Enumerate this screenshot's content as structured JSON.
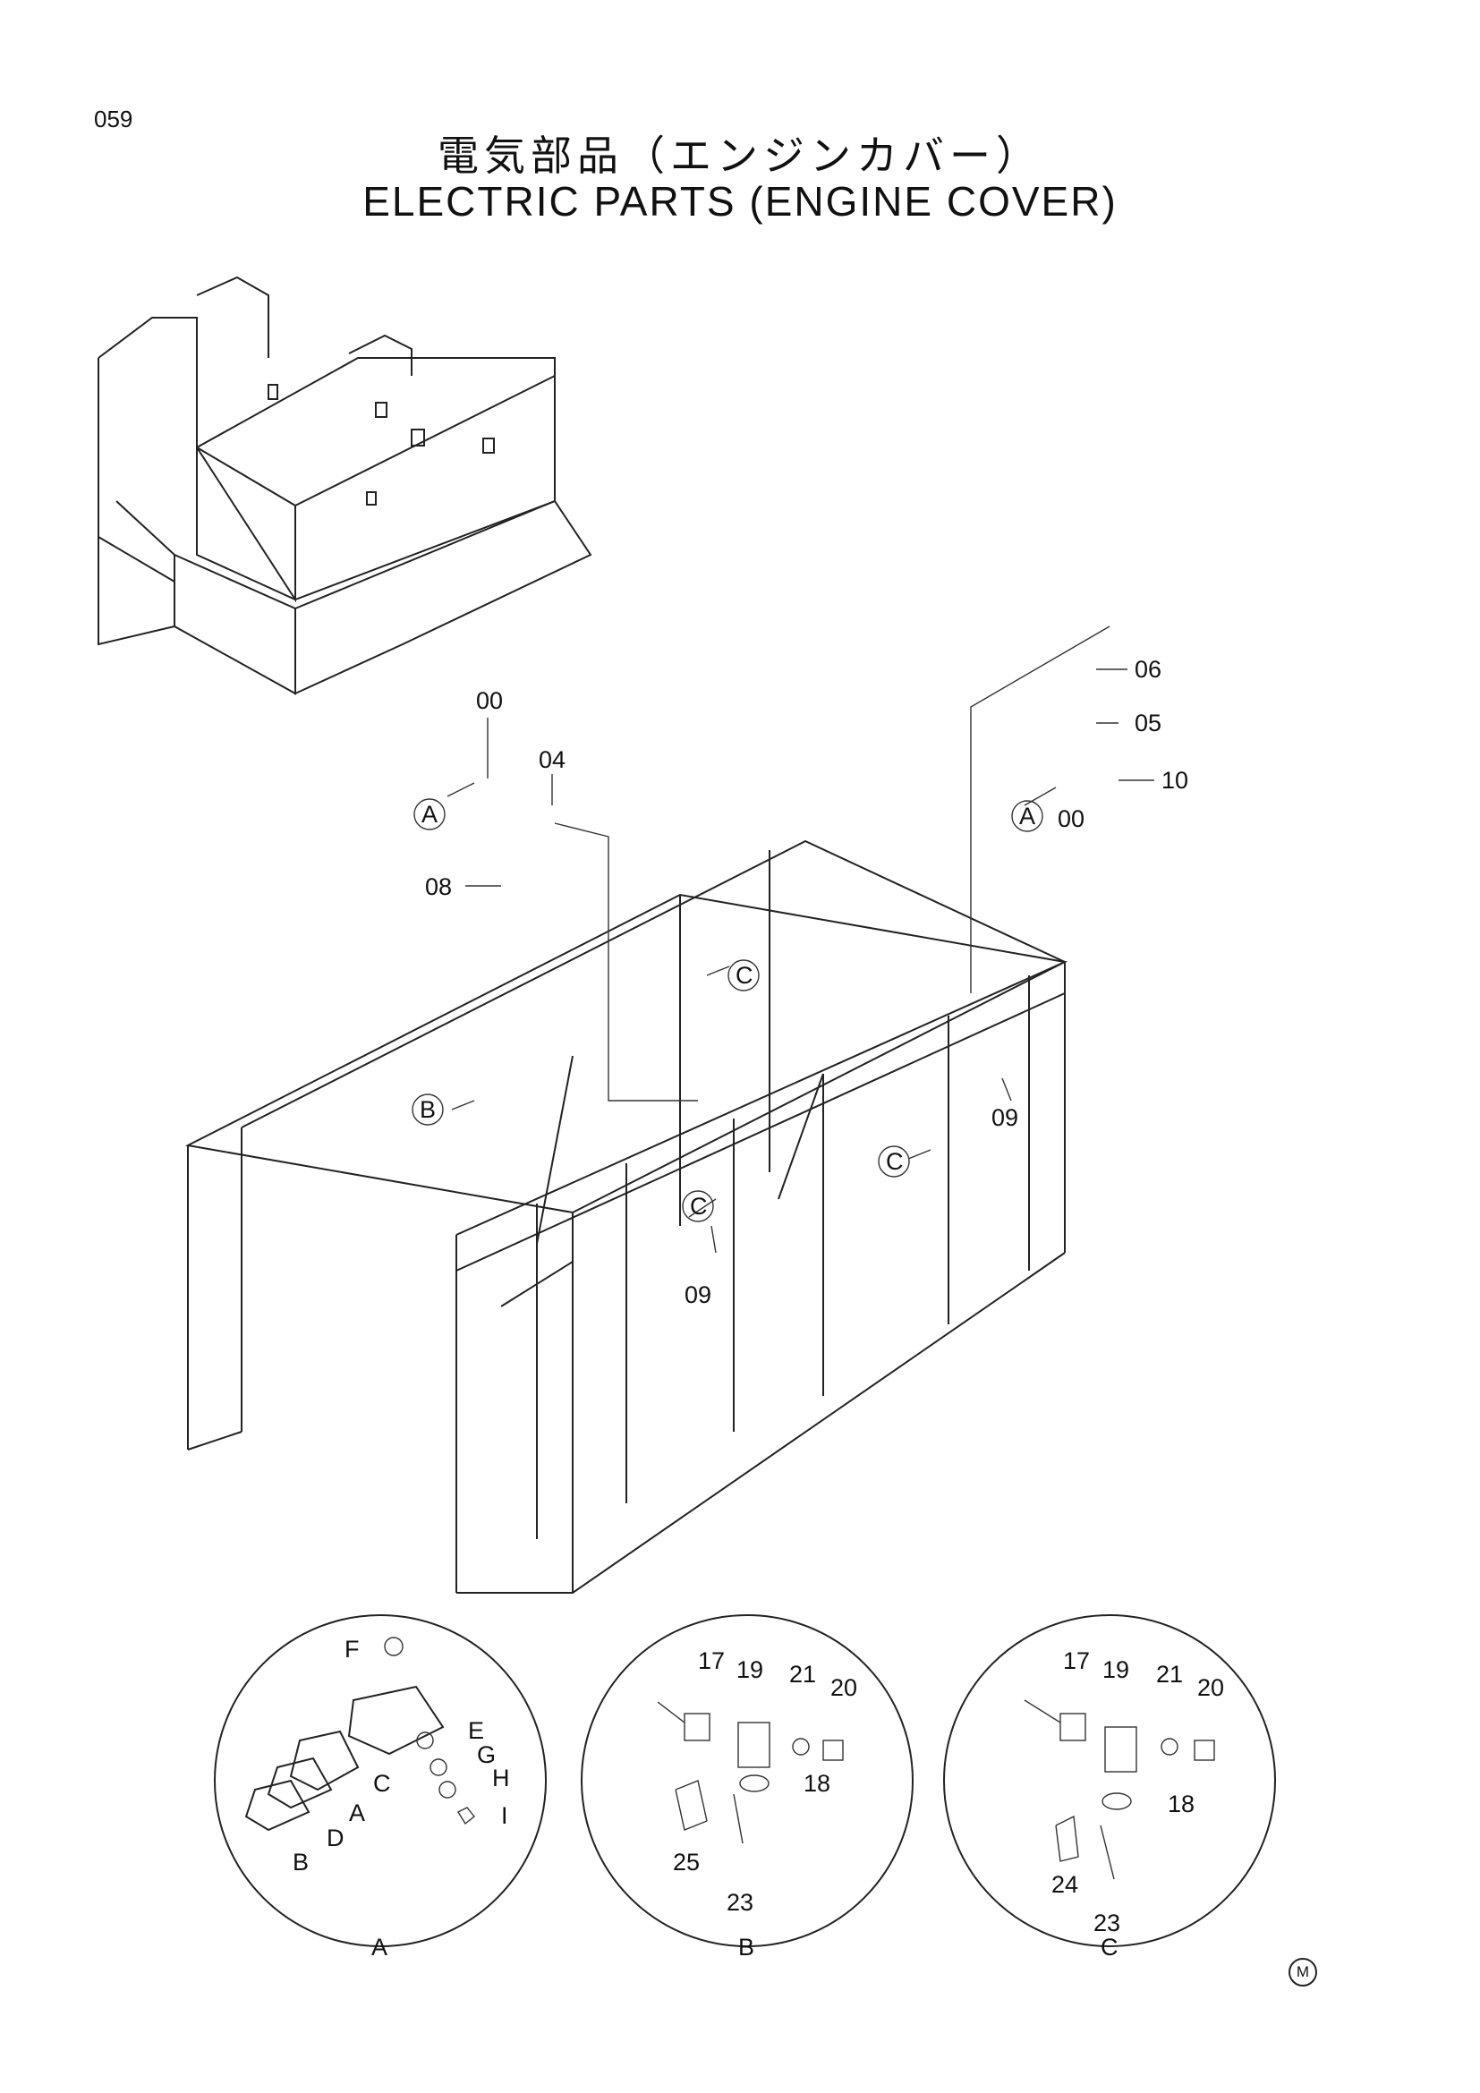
{
  "page": {
    "number": "059",
    "title_jp": "電気部品（エンジンカバー）",
    "title_en": "ELECTRIC PARTS (ENGINE COVER)"
  },
  "main_labels": {
    "p00_top": "00",
    "p04": "04",
    "p08": "08",
    "a_left": "A",
    "p06": "06",
    "p05": "05",
    "p10": "10",
    "a_right": "A",
    "p00_right": "00",
    "c_upper": "C",
    "b_left": "B",
    "p09_right": "09",
    "c_right": "C",
    "c_mid": "C",
    "p09_mid": "09"
  },
  "detail_a": {
    "caption": "A",
    "labels": [
      "F",
      "E",
      "G",
      "H",
      "I",
      "C",
      "A",
      "D",
      "B"
    ]
  },
  "detail_b": {
    "caption": "B",
    "labels": [
      "17",
      "19",
      "21",
      "20",
      "18",
      "25",
      "23"
    ]
  },
  "detail_c": {
    "caption": "C",
    "labels": [
      "17",
      "19",
      "21",
      "20",
      "18",
      "24",
      "23"
    ]
  },
  "footer": {
    "mark": "M"
  }
}
